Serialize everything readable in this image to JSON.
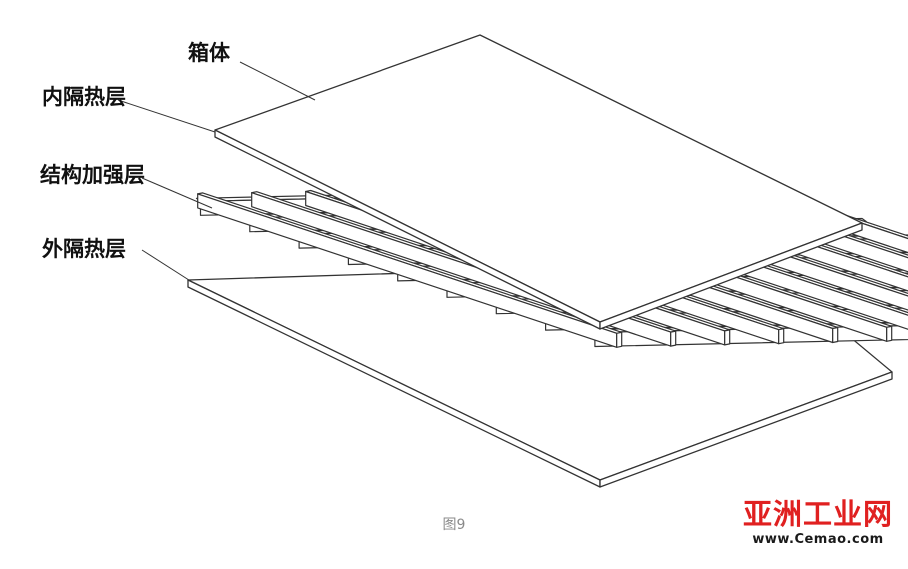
{
  "labels": {
    "box": "箱体",
    "inner_insulation": "内隔热层",
    "structural_reinforcement": "结构加强层",
    "outer_insulation": "外隔热层"
  },
  "caption": "图9",
  "watermark": {
    "brand": "亚洲工业网",
    "url": "www.Cemao.com"
  },
  "colors": {
    "line": "#333333",
    "panel_fill": "#ffffff",
    "watermark_red": "#e02020"
  }
}
